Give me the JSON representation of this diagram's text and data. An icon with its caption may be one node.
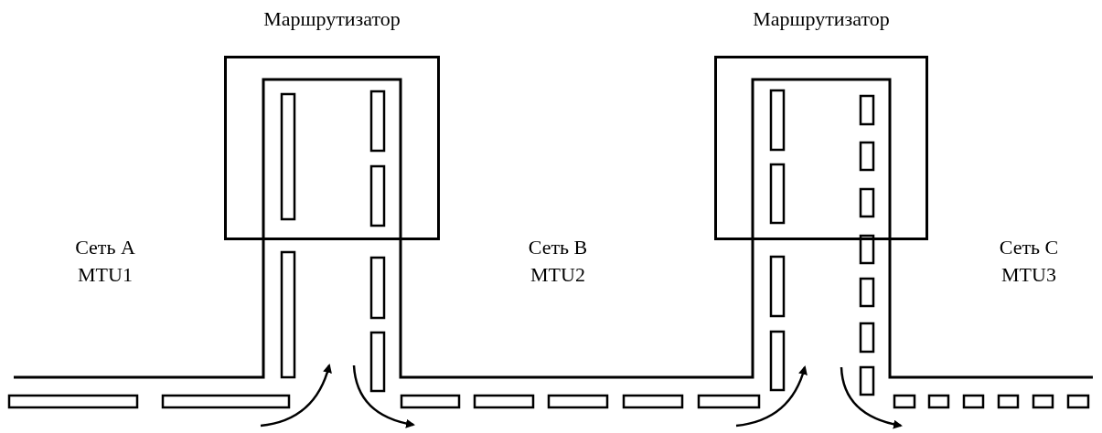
{
  "diagram": {
    "nodes": [
      {
        "text": [
          "Маршрутизатор"
        ]
      },
      {
        "text": [
          "Маршрутизатор"
        ]
      }
    ],
    "labels": [
      "Сеть A",
      "MTU1",
      "Сеть B",
      "MTU2",
      "Сеть C",
      "MTU3"
    ]
  }
}
